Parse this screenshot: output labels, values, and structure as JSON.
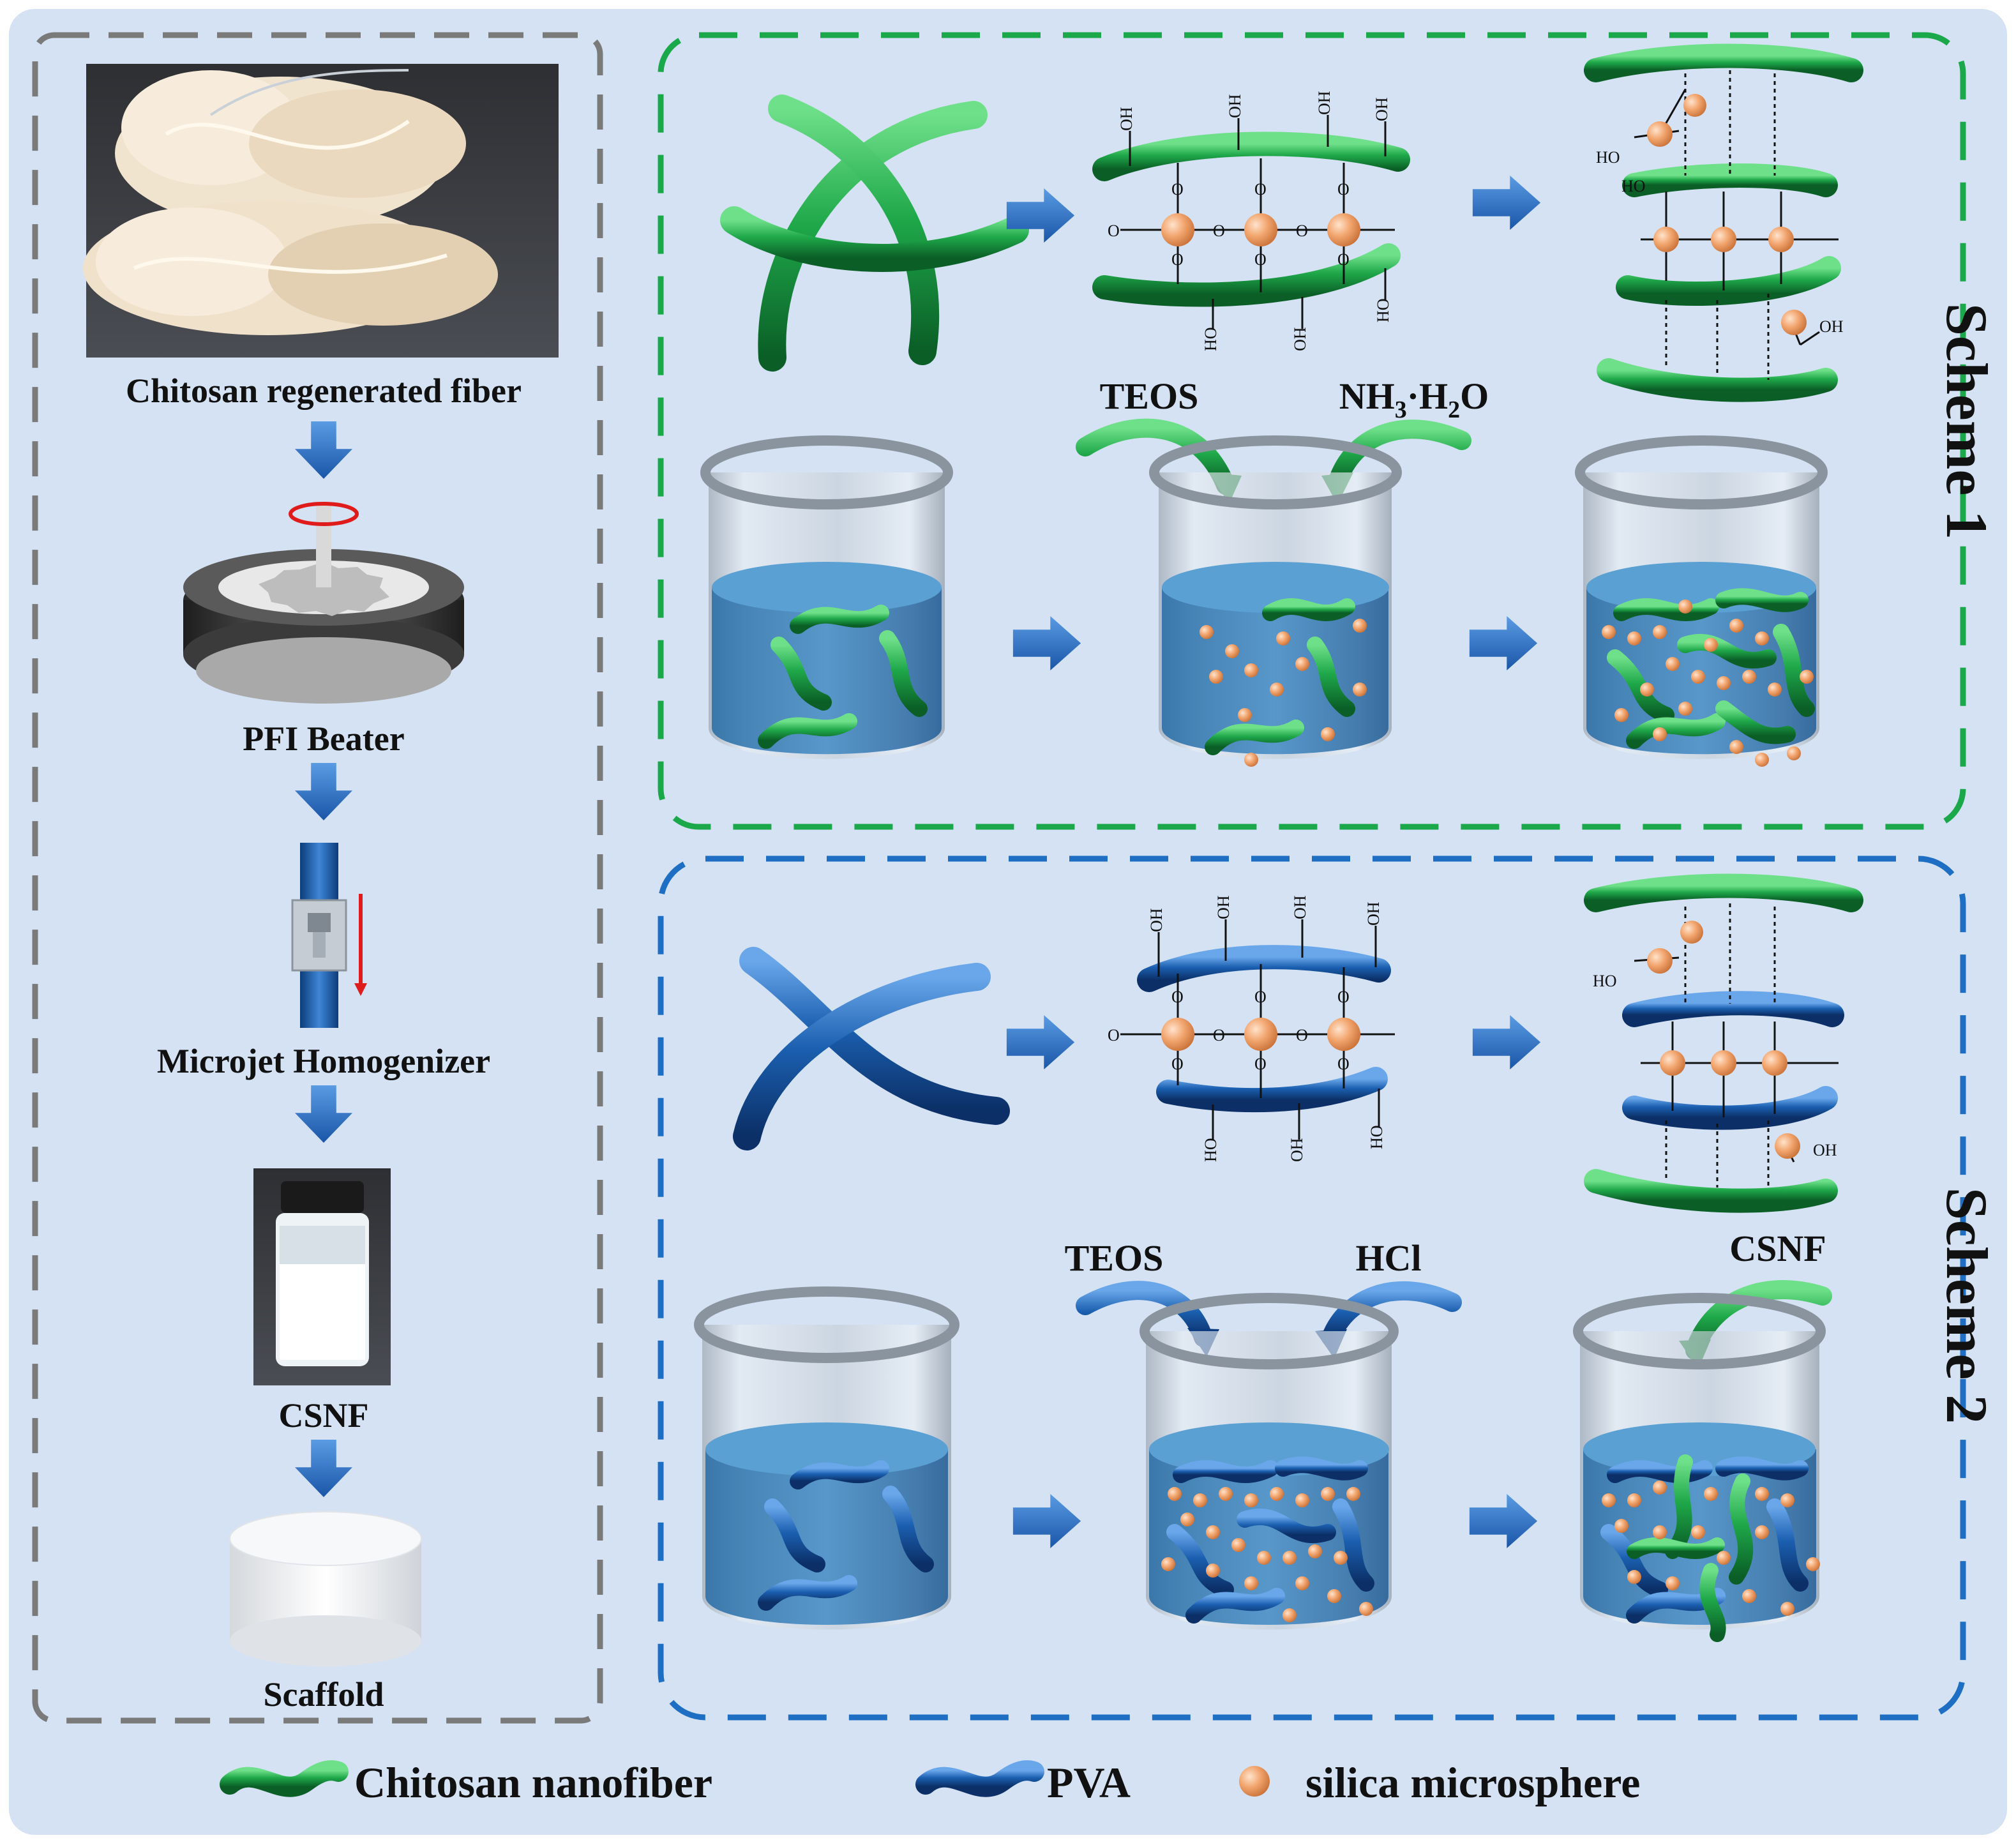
{
  "left_panel": {
    "steps": [
      {
        "label": "Chitosan regenerated fiber",
        "icon": "chitosan-fiber-photo-icon"
      },
      {
        "label": "PFI Beater",
        "icon": "pfi-beater-icon"
      },
      {
        "label": "Microjet Homogenizer",
        "icon": "microjet-homogenizer-icon"
      },
      {
        "label": "CSNF",
        "icon": "csnf-vial-photo-icon"
      },
      {
        "label": "Scaffold",
        "icon": "scaffold-cylinder-icon"
      }
    ]
  },
  "scheme1": {
    "title": "Scheme 1",
    "reagents": {
      "left": "TEOS",
      "right_base": "NH",
      "right_sub1": "3",
      "right_mid": "·H",
      "right_sub2": "2",
      "right_end": "O"
    },
    "chem_oh": "OH",
    "chem_ho": "HO",
    "chem_o": "O"
  },
  "scheme2": {
    "title": "Scheme 2",
    "reagents": {
      "left": "TEOS",
      "right": "HCl",
      "added": "CSNF"
    }
  },
  "legend": {
    "items": [
      {
        "label": "Chitosan nanofiber",
        "icon": "green-fiber-icon"
      },
      {
        "label": "PVA",
        "icon": "blue-fiber-icon"
      },
      {
        "label": "silica microsphere",
        "icon": "silica-sphere-icon"
      }
    ]
  },
  "colors": {
    "background": "#d4e2f3",
    "chitosan_green": "#1fa84a",
    "pva_blue": "#1b5fb0",
    "silica_orange": "#f2a56e",
    "arrow_blue": "#2b6fc6",
    "border_gray": "#7a7a7a",
    "border_green": "#1aa84a",
    "border_blue": "#1e6fc4"
  }
}
